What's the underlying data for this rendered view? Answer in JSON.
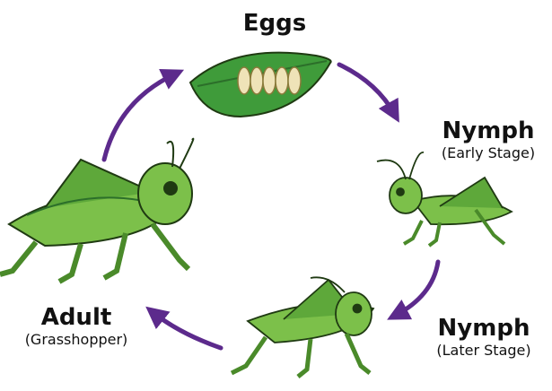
{
  "stages": {
    "eggs": {
      "title": "Eggs"
    },
    "nymph_early": {
      "title": "Nymph",
      "sub": "(Early Stage)"
    },
    "nymph_later": {
      "title": "Nymph",
      "sub": "(Later Stage)"
    },
    "adult": {
      "title": "Adult",
      "sub": "(Grasshopper)"
    }
  },
  "colors": {
    "arrow": "#5c2a8c",
    "leaf": "#3f9b3a",
    "leaf_dark": "#2c6f2a",
    "egg": "#efe3b8",
    "body": "#7cc04a",
    "body_dark": "#4a8a2a",
    "outline": "#1f3a12"
  }
}
